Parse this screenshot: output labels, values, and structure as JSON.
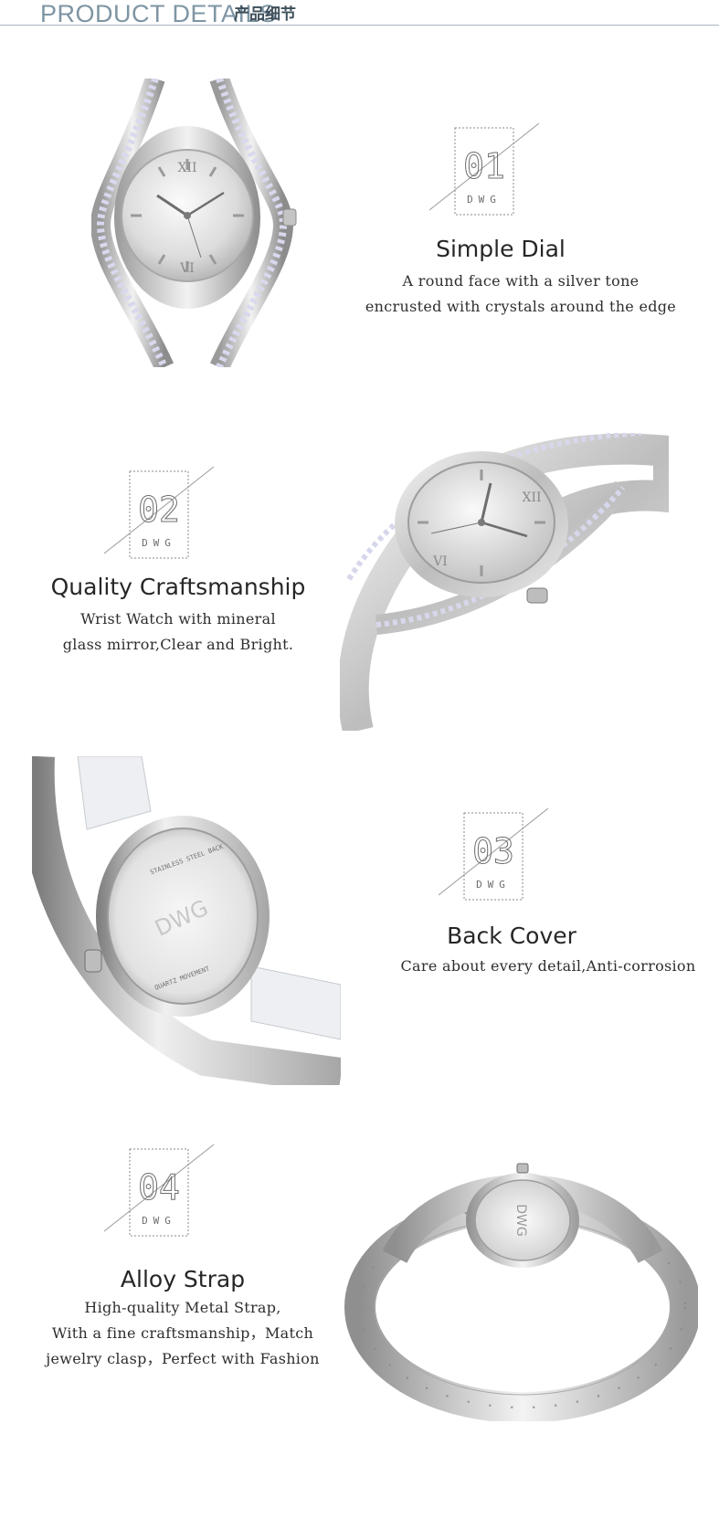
{
  "header": {
    "title": "PRODUCT DETAILS",
    "title_cn": "产品细节"
  },
  "features": [
    {
      "number": "01",
      "brand": "DWG",
      "title": "Simple Dial",
      "lines": [
        "A round face with a silver tone",
        "encrusted with crystals around the edge"
      ]
    },
    {
      "number": "02",
      "brand": "DWG",
      "title": "Quality Craftsmanship",
      "lines": [
        "Wrist Watch with mineral",
        "glass mirror,Clear and Bright."
      ]
    },
    {
      "number": "03",
      "brand": "DWG",
      "title": "Back Cover",
      "lines": [
        "Care about every detail,Anti-corrosion"
      ]
    },
    {
      "number": "04",
      "brand": "DWG",
      "title": "Alloy Strap",
      "lines": [
        "High-quality Metal Strap,",
        "With a fine craftsmanship，Match",
        "jewelry clasp，Perfect with Fashion"
      ]
    }
  ],
  "photos": {
    "back_brand": "DWG",
    "back_text_top": "STAINLESS STEEL BACK",
    "back_text_bottom": "QUARTZ MOVEMENT"
  },
  "colors": {
    "header_text": "#7e95a3",
    "header_line": "#a9b6bf",
    "badge_stroke": "#8a8a8a"
  }
}
